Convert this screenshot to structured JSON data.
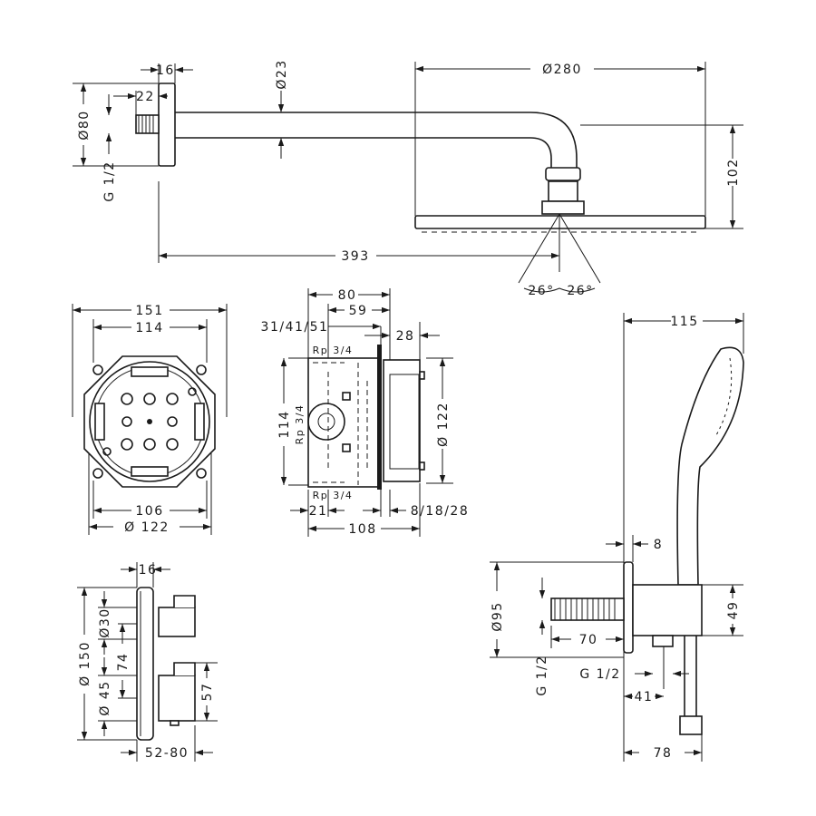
{
  "title": "Shower set technical drawing (dimensions in mm)",
  "overhead_shower": {
    "flange_depth": "16",
    "connector_length": "22",
    "flange_diameter": "Ø80",
    "thread": "G 1/2",
    "arm_diameter": "Ø23",
    "head_diameter": "Ø280",
    "height": "102",
    "projection": "393",
    "tilt_left": "26°",
    "tilt_right": "26°"
  },
  "rough_in_front": {
    "outer_width": "151",
    "inner_width_top": "114",
    "inner_width_bottom": "106",
    "diameter": "Ø 122"
  },
  "rough_in_side": {
    "depth": "80",
    "depth_inner": "59",
    "mounting_depths": "31/41/51",
    "plate_offset": "28",
    "port_top": "Rp 3/4",
    "port_side": "Rp 3/4",
    "port_bottom": "Rp 3/4",
    "height": "114",
    "plate_diameter": "Ø 122",
    "front_offset": "21",
    "extension": "8/18/28",
    "total_depth": "108"
  },
  "hand_shower": {
    "projection": "115",
    "flange_depth": "8",
    "flange_diameter": "Ø95",
    "nipple_length": "70",
    "outlet_height": "49",
    "thread_vertical": "G 1/2",
    "thread_outlet": "G 1/2",
    "outlet_offset": "41",
    "total_depth": "78"
  },
  "thermostat": {
    "plate_depth": "16",
    "knob_diameter_top": "Ø30",
    "plate_diameter": "Ø 150",
    "knob_spacing": "74",
    "knob_diameter_bottom": "Ø 45",
    "knob_height": "57",
    "projection": "52-80"
  }
}
